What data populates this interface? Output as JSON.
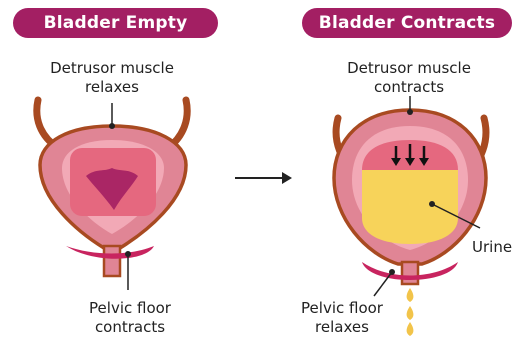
{
  "colors": {
    "header_bg": "#a31f63",
    "ureter_brown": "#a84a21",
    "bladder_outer": "#e08595",
    "bladder_inner": "#f2a9b6",
    "bladder_lumen": "#e5687f",
    "urine_yellow": "#f7d35a",
    "pelvic_floor": "#c8245f",
    "arrow": "#111111"
  },
  "left": {
    "title": "Bladder Empty",
    "detrusor_line1": "Detrusor muscle",
    "detrusor_line2": "relaxes",
    "pelvic_line1": "Pelvic floor",
    "pelvic_line2": "contracts"
  },
  "right": {
    "title": "Bladder Contracts",
    "detrusor_line1": "Detrusor muscle",
    "detrusor_line2": "contracts",
    "urine_label": "Urine",
    "pelvic_line1": "Pelvic floor",
    "pelvic_line2": "relaxes"
  },
  "icons": [
    "transition-arrow-icon",
    "compression-arrows-icon",
    "urine-drops-icon"
  ]
}
